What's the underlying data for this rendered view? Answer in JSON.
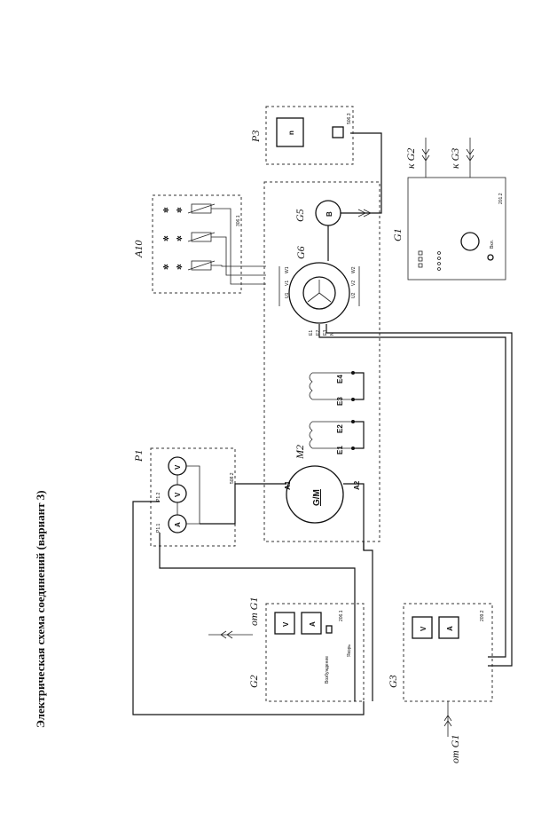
{
  "title": "Электрическая схема соединений (вариант 3)",
  "blocks": {
    "P1": {
      "label": "P1",
      "code": "508.2",
      "terminals": [
        "P1.1",
        "P1.2"
      ],
      "meters": [
        "A",
        "V",
        "V"
      ]
    },
    "M2": {
      "label": "M2",
      "machine": "G/M",
      "terminals": [
        "A1",
        "A2"
      ]
    },
    "windings": {
      "terminals": [
        "E1",
        "E2",
        "E3",
        "E4"
      ]
    },
    "G6": {
      "label": "G6",
      "terminals": [
        "W1",
        "V1",
        "U1",
        "U2",
        "V2",
        "W2"
      ],
      "bottom": [
        "E1",
        "E2",
        "E3",
        "N"
      ]
    },
    "G5": {
      "label": "G5",
      "symbol": "B"
    },
    "A10": {
      "label": "A10",
      "code": "306.1"
    },
    "P3": {
      "label": "P3",
      "code": "506.3",
      "display": "n"
    },
    "G1": {
      "label": "G1",
      "code": "201.2",
      "knob": "Вкл.",
      "to_g2": "к G2",
      "to_g3": "к G3"
    },
    "G2": {
      "label": "G2",
      "code": "206.1",
      "meters": [
        "V",
        "A"
      ],
      "from": "от G1",
      "lbl_left": "Возбуждение",
      "lbl_right": "Якорь"
    },
    "G3": {
      "label": "G3",
      "code": "209.2",
      "meters": [
        "V",
        "A"
      ],
      "from": "от G1"
    }
  }
}
